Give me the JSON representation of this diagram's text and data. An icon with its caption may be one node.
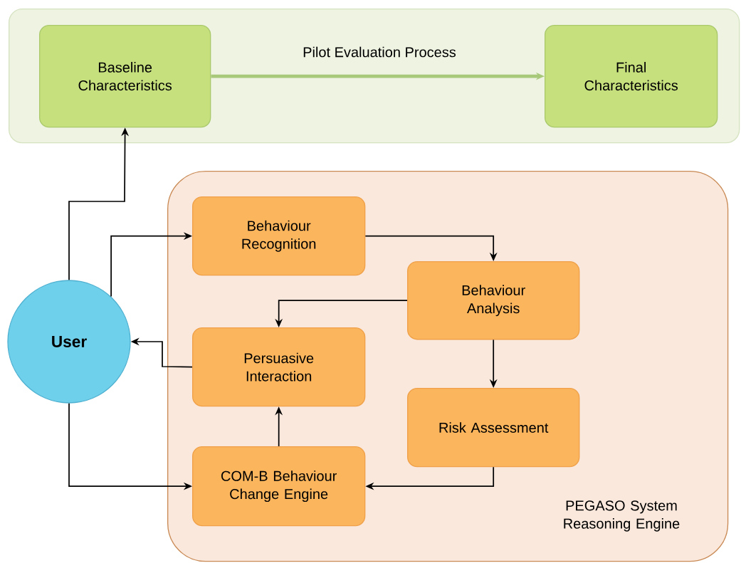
{
  "diagram": {
    "nodes": [
      {
        "text": [],
        "shape": "box"
      },
      {
        "text": [
          "Baseline Characteristics"
        ],
        "in": 0
      },
      {
        "text": [
          "Final Characteristics"
        ],
        "in": 0
      },
      {
        "text": [
          "PEGASO System Reasoning Engine"
        ]
      },
      {
        "text": [
          "Behaviour Recognition"
        ],
        "in": 3
      },
      {
        "text": [
          "Behaviour Analysis"
        ],
        "in": 3
      },
      {
        "text": [
          "Persuasive Interaction"
        ],
        "in": 3
      },
      {
        "text": [
          "Risk Assessment"
        ],
        "in": 3
      },
      {
        "text": [
          "COM-B Behaviour Change Engine"
        ],
        "in": 3
      },
      {
        "text": [
          "User"
        ]
      }
    ],
    "edges": [
      {
        "from": 1,
        "to": 2,
        "arrow": "to",
        "label": "Pilot Evaluation Process",
        "style": "thick",
        "color": "#a8c87a"
      },
      {
        "from": 9,
        "to": 1,
        "arrow": "to"
      },
      {
        "from": 9,
        "to": 4,
        "arrow": "to"
      },
      {
        "from": 4,
        "to": 5,
        "arrow": "to"
      },
      {
        "from": 5,
        "to": 6,
        "arrow": "to"
      },
      {
        "from": 5,
        "to": 7,
        "arrow": "to"
      },
      {
        "from": 6,
        "to": 9,
        "arrow": "to"
      },
      {
        "from": 8,
        "to": 6,
        "arrow": "to"
      },
      {
        "from": 7,
        "to": 8,
        "arrow": "to"
      },
      {
        "from": 9,
        "to": 8,
        "arrow": "to"
      }
    ]
  }
}
